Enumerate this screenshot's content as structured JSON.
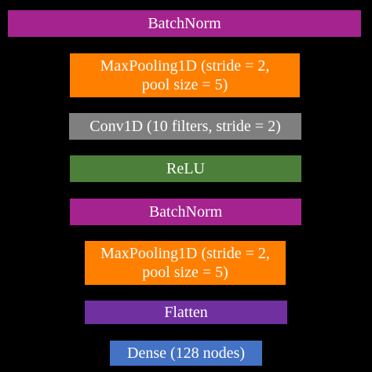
{
  "diagram": {
    "layers": [
      {
        "label": "BatchNorm",
        "color": "#a4238e"
      },
      {
        "label": "MaxPooling1D (stride = 2,\npool size = 5)",
        "color": "#ff7f00"
      },
      {
        "label": "Conv1D (10 filters, stride = 2)",
        "color": "#7f7f7f"
      },
      {
        "label": "ReLU",
        "color": "#4b7f3a"
      },
      {
        "label": "BatchNorm",
        "color": "#a4238e"
      },
      {
        "label": "MaxPooling1D (stride = 2,\npool size = 5)",
        "color": "#ff7f00"
      },
      {
        "label": "Flatten",
        "color": "#7030a0"
      },
      {
        "label": "Dense (128 nodes)",
        "color": "#4472c4"
      }
    ]
  }
}
